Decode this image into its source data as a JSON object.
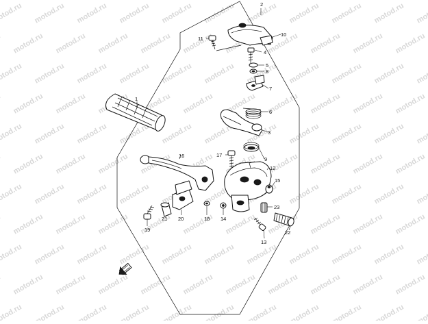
{
  "watermark": "motod.ru",
  "callouts": {
    "c1": "1",
    "c2": "2",
    "c3": "3",
    "c4": "4",
    "c5": "5",
    "c6": "6",
    "c7": "7",
    "c8": "8",
    "c9": "9",
    "c10": "10",
    "c11": "11",
    "c12": "12",
    "c13": "13",
    "c14": "14",
    "c15": "15",
    "c16": "16",
    "c17": "17",
    "c18": "18",
    "c19": "19",
    "c20": "20",
    "c21": "21",
    "c22": "22",
    "c23": "23"
  },
  "orientation_icon": "front-direction-arrow-icon"
}
